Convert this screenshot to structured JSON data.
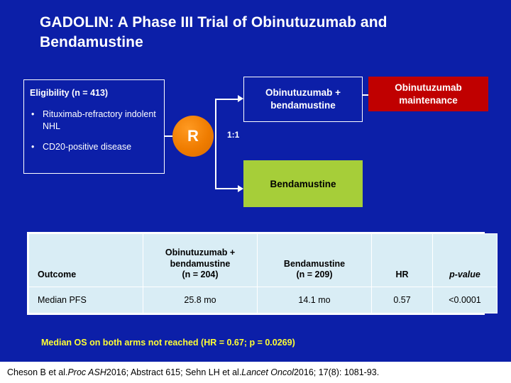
{
  "slide": {
    "title": "GADOLIN: A Phase III Trial of Obinutuzumab and Bendamustine",
    "eligibility": {
      "header": "Eligibility (n = 413)",
      "bullet_glyph": "•",
      "items": [
        "Rituximab-refractory indolent NHL",
        "CD20-positive disease"
      ]
    },
    "randomization": {
      "label": "R",
      "ratio": "1:1"
    },
    "arms": [
      {
        "name": "obinutuzumab-bendamustine",
        "label": "Obinutuzumab + bendamustine",
        "color": "#0c1fa8"
      },
      {
        "name": "obinutuzumab-maintenance",
        "label": "Obinutuzumab maintenance",
        "color": "#c00000"
      },
      {
        "name": "bendamustine",
        "label": "Bendamustine",
        "color": "#a6ce39"
      }
    ],
    "table": {
      "headers": [
        "Outcome",
        "Obinutuzumab + bendamustine (n = 204)",
        "Bendamustine (n = 209)",
        "HR",
        "p-value"
      ],
      "header_lines": {
        "arm1": [
          "Obinutuzumab +",
          "bendamustine",
          "(n = 204)"
        ],
        "arm2": [
          "Bendamustine",
          "(n = 209)"
        ],
        "outcome": "Outcome",
        "hr": "HR",
        "pvalue": "p-value"
      },
      "rows": [
        {
          "outcome": "Median PFS",
          "arm1": "25.8 mo",
          "arm2": "14.1 mo",
          "hr": "0.57",
          "pvalue": "<0.0001"
        }
      ]
    },
    "os_note": "Median OS on both arms not reached (HR = 0.67; p = 0.0269)",
    "citation": {
      "part1": "Cheson B et al. ",
      "italic1": "Proc ASH",
      "part2": " 2016; Abstract 615; Sehn LH et al. ",
      "italic2": "Lancet Oncol",
      "part3": " 2016; 17(8): 1081-93."
    }
  }
}
